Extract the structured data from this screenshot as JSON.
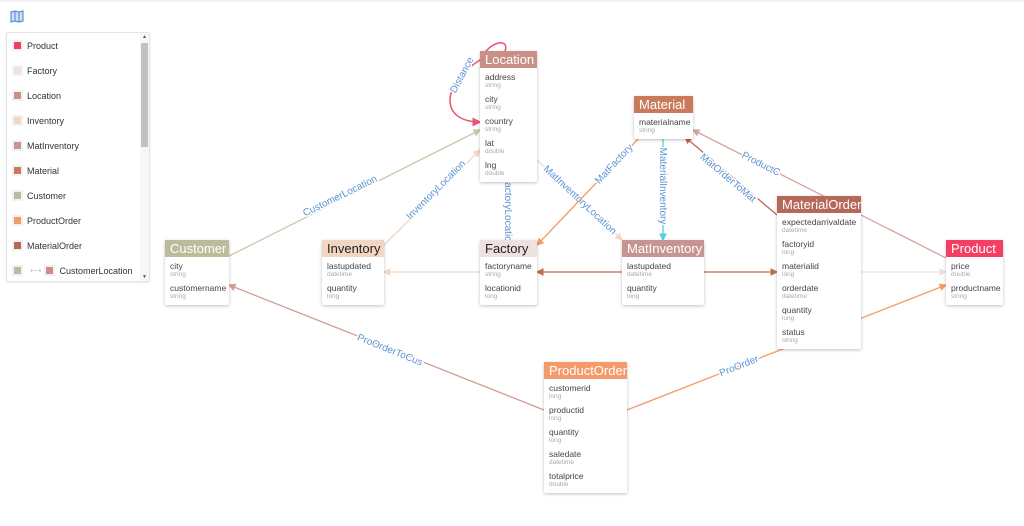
{
  "legend": {
    "items": [
      {
        "label": "Product",
        "color": "#f43f62"
      },
      {
        "label": "Factory",
        "color": "#efe1df"
      },
      {
        "label": "Location",
        "color": "#c99087"
      },
      {
        "label": "Inventory",
        "color": "#f2d6c4"
      },
      {
        "label": "MatInventory",
        "color": "#c69593"
      },
      {
        "label": "Material",
        "color": "#c97a5a"
      },
      {
        "label": "Customer",
        "color": "#bcbc9c"
      },
      {
        "label": "ProductOrder",
        "color": "#f59a6a"
      },
      {
        "label": "MaterialOrder",
        "color": "#b5685a"
      },
      {
        "label": "CustomerLocation",
        "color": "#c99087",
        "from_color": "#bcbc9c"
      }
    ]
  },
  "nodes": {
    "location": {
      "title": "Location",
      "color": "#c99087",
      "fields": [
        {
          "name": "address",
          "type": "string"
        },
        {
          "name": "city",
          "type": "string"
        },
        {
          "name": "country",
          "type": "string"
        },
        {
          "name": "lat",
          "type": "double"
        },
        {
          "name": "lng",
          "type": "double"
        }
      ]
    },
    "material": {
      "title": "Material",
      "color": "#c97a5a",
      "fields": [
        {
          "name": "materialname",
          "type": "string"
        }
      ]
    },
    "customer": {
      "title": "Customer",
      "color": "#bcbc9c",
      "fields": [
        {
          "name": "city",
          "type": "string"
        },
        {
          "name": "customername",
          "type": "string"
        }
      ]
    },
    "inventory": {
      "title": "Inventory",
      "color": "#f2d6c4",
      "fields": [
        {
          "name": "lastupdated",
          "type": "datetime"
        },
        {
          "name": "quantity",
          "type": "long"
        }
      ]
    },
    "factory": {
      "title": "Factory",
      "color": "#efe1df",
      "fields": [
        {
          "name": "factoryname",
          "type": "string"
        },
        {
          "name": "locationid",
          "type": "long"
        }
      ]
    },
    "matinventory": {
      "title": "MatInventory",
      "color": "#c69593",
      "fields": [
        {
          "name": "lastupdated",
          "type": "datetime"
        },
        {
          "name": "quantity",
          "type": "long"
        }
      ]
    },
    "materialorder": {
      "title": "MaterialOrder",
      "color": "#b5685a",
      "fields": [
        {
          "name": "expectedarrivaldate",
          "type": "datetime"
        },
        {
          "name": "factoryid",
          "type": "long"
        },
        {
          "name": "materialid",
          "type": "long"
        },
        {
          "name": "orderdate",
          "type": "datetime"
        },
        {
          "name": "quantity",
          "type": "long"
        },
        {
          "name": "status",
          "type": "string"
        }
      ]
    },
    "product": {
      "title": "Product",
      "color": "#f43f62",
      "fields": [
        {
          "name": "price",
          "type": "double"
        },
        {
          "name": "productname",
          "type": "string"
        }
      ]
    },
    "productorder": {
      "title": "ProductOrder",
      "color": "#f59a6a",
      "fields": [
        {
          "name": "customerid",
          "type": "long"
        },
        {
          "name": "productid",
          "type": "long"
        },
        {
          "name": "quantity",
          "type": "long"
        },
        {
          "name": "saledate",
          "type": "datetime"
        },
        {
          "name": "totalprice",
          "type": "double"
        }
      ]
    }
  },
  "edges": [
    {
      "label": "Distance",
      "color": "#e8566f"
    },
    {
      "label": "CustomerLocation",
      "color": "#c8c6a8"
    },
    {
      "label": "InventoryLocation",
      "color": "#f2d6c4"
    },
    {
      "label": "actoryLocatio",
      "color": "#e8d8d5"
    },
    {
      "label": "MatInventoryLocation",
      "color": "#f0d8cc"
    },
    {
      "label": "MatFactory",
      "color": "#f59a6a"
    },
    {
      "label": "MaterialInventory",
      "color": "#4fd3e0"
    },
    {
      "label": "MatOrderToMat",
      "color": "#c06a50"
    },
    {
      "label": "ProductC",
      "color": "#d4a59e"
    },
    {
      "label": "ProOrderToCus",
      "color": "#d49a94"
    },
    {
      "label": "ProOrder",
      "color": "#f59a6a"
    },
    {
      "label": "",
      "color": "#c06a50"
    },
    {
      "label": "",
      "color": "#c06a50"
    },
    {
      "label": "",
      "color": "#efe1df"
    },
    {
      "label": "",
      "color": "#f2d6c4"
    }
  ]
}
